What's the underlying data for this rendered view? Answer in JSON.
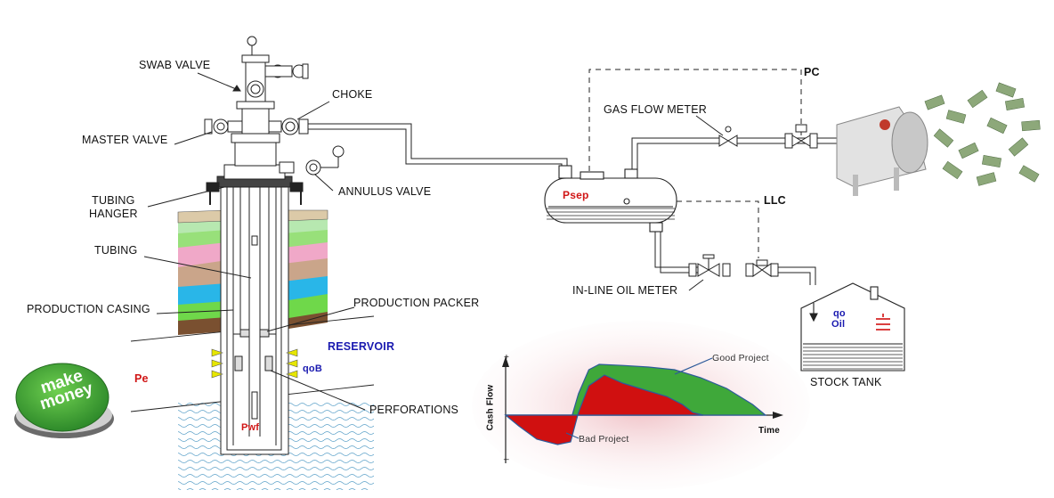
{
  "labels": {
    "swab_valve": "SWAB VALVE",
    "choke": "CHOKE",
    "master_valve": "MASTER VALVE",
    "annulus_valve": "ANNULUS VALVE",
    "tubing_hanger": "TUBING\nHANGER",
    "tubing": "TUBING",
    "production_casing": "PRODUCTION CASING",
    "production_packer": "PRODUCTION PACKER",
    "reservoir": "RESERVOIR",
    "perforations": "PERFORATIONS",
    "pe": "Pe",
    "pwf": "Pwf",
    "qob": "qoB",
    "gas_flow_meter": "GAS FLOW METER",
    "pc": "PC",
    "llc": "LLC",
    "psep": "Psep",
    "inline_oil_meter": "IN-LINE OIL METER",
    "qo": "qo",
    "oil": "Oil",
    "stock_tank": "STOCK TANK"
  },
  "badge": {
    "line1": "make",
    "line2": "money"
  },
  "chart_data": {
    "type": "area",
    "xlabel": "Time",
    "ylabel": "Cash Flow",
    "y_axis_marks": [
      "+",
      "_"
    ],
    "series": [
      {
        "name": "Good Project",
        "color": "#3fa83a",
        "x": [
          0,
          0.05,
          0.12,
          0.2,
          0.25,
          0.28,
          0.32,
          0.36,
          0.45,
          0.55,
          0.65,
          0.75,
          0.85,
          0.95,
          1.0
        ],
        "y": [
          0,
          -0.05,
          -0.15,
          -0.2,
          -0.1,
          0.4,
          0.85,
          0.95,
          0.93,
          0.9,
          0.85,
          0.7,
          0.5,
          0.2,
          0
        ]
      },
      {
        "name": "Bad Project",
        "color": "#d01010",
        "x": [
          0,
          0.05,
          0.12,
          0.2,
          0.25,
          0.28,
          0.32,
          0.38,
          0.45,
          0.55,
          0.62,
          0.68,
          0.72,
          0.76
        ],
        "y": [
          0,
          -0.2,
          -0.45,
          -0.55,
          -0.5,
          0.05,
          0.55,
          0.75,
          0.6,
          0.45,
          0.35,
          0.2,
          0.05,
          0
        ]
      }
    ]
  },
  "colors": {
    "line": "#222222",
    "sky_water": "#c8e6f5",
    "good": "#3fa83a",
    "bad": "#d01010",
    "badge": "#4aa83a"
  }
}
